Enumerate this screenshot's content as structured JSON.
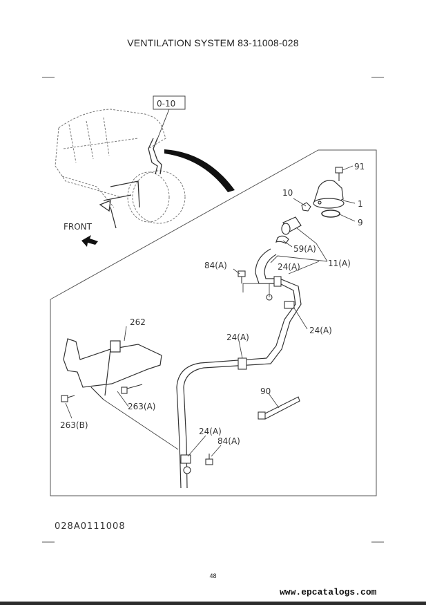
{
  "page": {
    "title": "VENTILATION SYSTEM  83-11008-028",
    "drawing_code": "028A0111008",
    "page_number": "48",
    "watermark": "www.epcatalogs.com"
  },
  "diagram": {
    "ref_box": "0-10",
    "front_label": "FRONT",
    "callouts": {
      "c91": "91",
      "c10": "10",
      "c1": "1",
      "c9": "9",
      "c59a": "59(A)",
      "c84a_top": "84(A)",
      "c24a_top": "24(A)",
      "c11a": "11(A)",
      "c24a_right": "24(A)",
      "c262": "262",
      "c24a_mid": "24(A)",
      "c90": "90",
      "c263a": "263(A)",
      "c263b": "263(B)",
      "c24a_bottom": "24(A)",
      "c84a_bottom": "84(A)"
    }
  }
}
